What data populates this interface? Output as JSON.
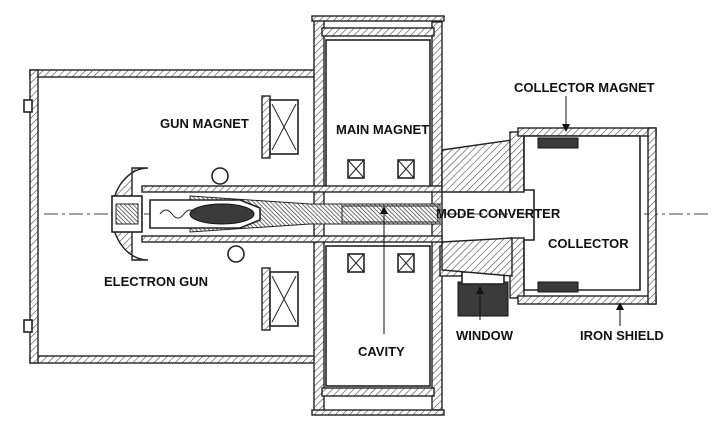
{
  "labels": {
    "gun_magnet": "GUN MAGNET",
    "main_magnet": "MAIN MAGNET",
    "collector_magnet": "COLLECTOR MAGNET",
    "mode_converter": "MODE CONVERTER",
    "collector": "COLLECTOR",
    "electron_gun": "ELECTRON GUN",
    "cavity": "CAVITY",
    "window": "WINDOW",
    "iron_shield": "IRON SHIELD"
  }
}
